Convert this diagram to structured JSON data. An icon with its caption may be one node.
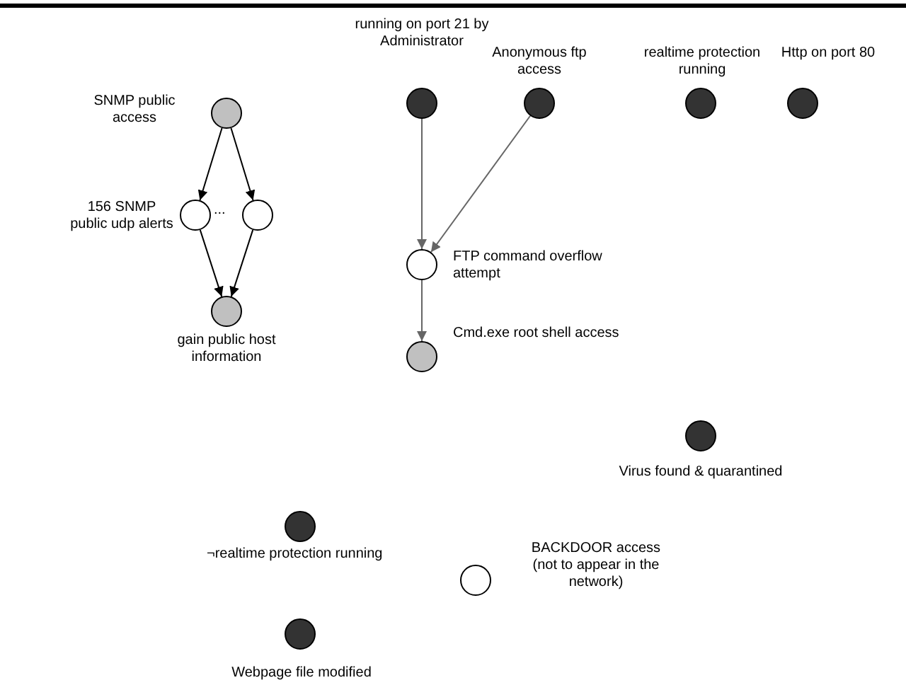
{
  "diagram": {
    "nodes": [
      {
        "text": [
          "SNMP public access"
        ]
      },
      {
        "text": [
          "156 SNMP public udp alerts"
        ]
      },
      {
        "text": [],
        "shape": "circle"
      },
      {
        "text": [
          "gain public host information"
        ]
      },
      {
        "text": [
          "running on port 21 by Administrator"
        ]
      },
      {
        "text": [
          "Anonymous ftp access"
        ]
      },
      {
        "text": [
          "FTP command overflow attempt"
        ]
      },
      {
        "text": [
          "Cmd.exe root shell access"
        ]
      },
      {
        "text": [
          "realtime protection running"
        ]
      },
      {
        "text": [
          "Http on port 80"
        ]
      },
      {
        "text": [
          "Virus found & quarantined"
        ]
      },
      {
        "text": [
          "¬realtime protection running"
        ]
      },
      {
        "text": [
          "BACKDOOR access (not to appear in the network)"
        ]
      },
      {
        "text": [
          "Webpage file modified"
        ]
      }
    ],
    "edges": [
      {
        "from": 0,
        "to": 1,
        "arrow": "to"
      },
      {
        "from": 0,
        "to": 2,
        "arrow": "to"
      },
      {
        "from": 1,
        "to": 3,
        "arrow": "to"
      },
      {
        "from": 2,
        "to": 3,
        "arrow": "to"
      },
      {
        "from": 4,
        "to": 6,
        "arrow": "to",
        "color": "#666666"
      },
      {
        "from": 5,
        "to": 6,
        "arrow": "to",
        "color": "#666666"
      },
      {
        "from": 6,
        "to": 7,
        "arrow": "to",
        "color": "#666666"
      }
    ],
    "labels": [
      "..."
    ]
  }
}
